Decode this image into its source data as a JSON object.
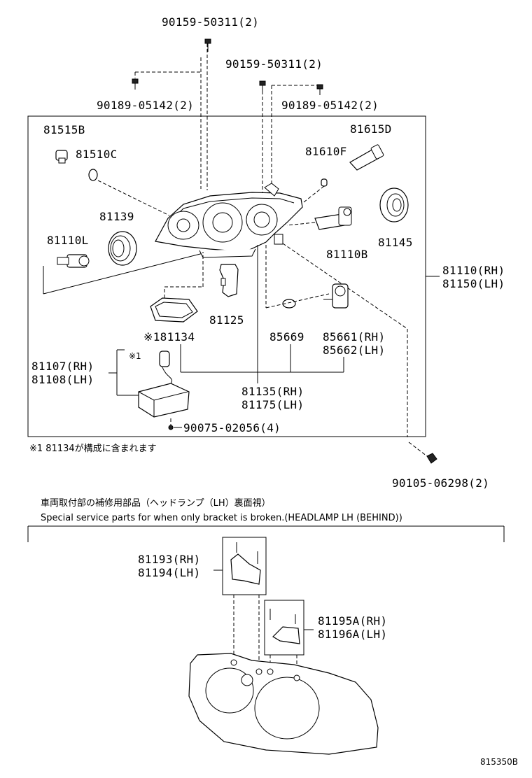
{
  "labels": {
    "bolt_top_1": "90159-50311(2)",
    "bolt_top_2": "90159-50311(2)",
    "clip_left": "90189-05142(2)",
    "clip_right": "90189-05142(2)",
    "p81515B": "81515B",
    "p81510C": "81510C",
    "p81615D": "81615D",
    "p81610F": "81610F",
    "p81139": "81139",
    "p81110L": "81110L",
    "p81110B": "81110B",
    "p81145": "81145",
    "p81110_rh": "81110(RH)",
    "p81150_lh": "81150(LH)",
    "p81125": "81125",
    "p81134": "※181134",
    "p85669": "85669",
    "p85661_rh": "85661(RH)",
    "p85662_lh": "85662(LH)",
    "ref_mark": "※1",
    "p81107_rh": "81107(RH)",
    "p81108_lh": "81108(LH)",
    "p81135_rh": "81135(RH)",
    "p81175_lh": "81175(LH)",
    "screw_bottom": "90075-02056(4)",
    "screw_side": "90105-06298(2)",
    "p81193_rh": "81193(RH)",
    "p81194_lh": "81194(LH)",
    "p81195A_rh": "81195A(RH)",
    "p81196A_lh": "81196A(LH)"
  },
  "notes": {
    "footnote": "※1 81134が構成に含まれます",
    "section_jp": "車両取付部の補修用部品（ヘッドランプ（LH）裏面視）",
    "section_en": "Special service parts for when only bracket is broken.(HEADLAMP LH (BEHIND))",
    "diagram_id": "815350B"
  }
}
